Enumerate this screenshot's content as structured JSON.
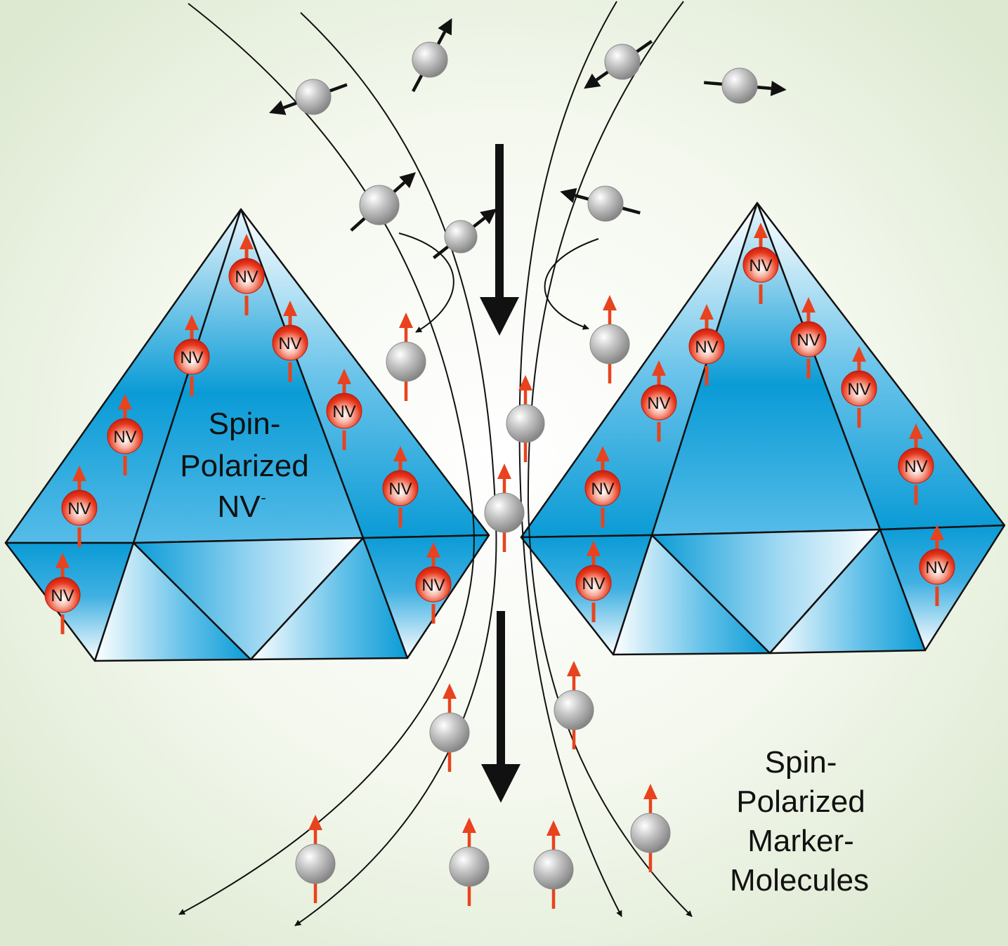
{
  "labels": {
    "nv_center_label": "NV",
    "diamond_caption": {
      "line1": "Spin-",
      "line2": "Polarized",
      "line3": "NV",
      "superscript": "-"
    },
    "molecule_caption": {
      "line1": "Spin-",
      "line2": "Polarized",
      "line3": "Marker-",
      "line4": "Molecules"
    }
  },
  "colors": {
    "background_center": "#ffffff",
    "background_edge": "#dde9d1",
    "diamond_blue": "#0a9bd6",
    "diamond_light": "#ffffff",
    "spin_arrow": "#e8431e",
    "nv_sphere": "#e0301c",
    "molecule_sphere": "#a8a8a8",
    "field_line": "#111111"
  },
  "icons": {
    "nv_center": "red-sphere-with-spin-arrow",
    "molecule": "grey-sphere-with-spin-arrow",
    "field_direction": "black-down-arrow"
  }
}
